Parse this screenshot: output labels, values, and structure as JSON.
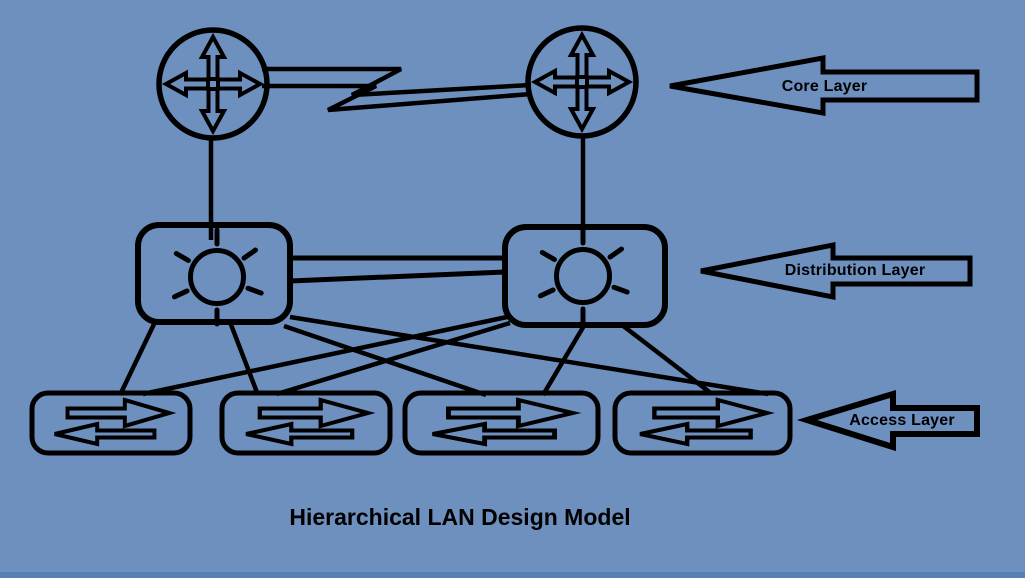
{
  "title": "Hierarchical LAN Design Model",
  "labels": {
    "core": "Core Layer",
    "distribution": "Distribution Layer",
    "access": "Access Layer"
  },
  "colors": {
    "background": "#6E90BF",
    "bottom_edge": "#577FB1",
    "line": "#000000",
    "text": "#000000"
  },
  "icons": {
    "router": "router-icon (circle with four-way arrows)",
    "multilayer_switch": "multilayer-switch-icon (rounded box with sun/spoked circle)",
    "access_switch": "switch-icon (rounded box with opposing horizontal arrows)",
    "serial_link": "lightning-bolt-link-icon",
    "layer_pointer": "left-block-arrow-icon"
  },
  "topology": {
    "core_routers": 2,
    "distribution_switches": 2,
    "access_switches": 4,
    "links": [
      [
        "core-router-1",
        "core-router-2"
      ],
      [
        "core-router-1",
        "distribution-switch-1"
      ],
      [
        "core-router-2",
        "distribution-switch-2"
      ],
      [
        "distribution-switch-1",
        "distribution-switch-2"
      ],
      [
        "distribution-switch-1",
        "distribution-switch-2"
      ],
      [
        "distribution-switch-1",
        "access-switch-1"
      ],
      [
        "distribution-switch-1",
        "access-switch-2"
      ],
      [
        "distribution-switch-1",
        "access-switch-3"
      ],
      [
        "distribution-switch-1",
        "access-switch-4"
      ],
      [
        "distribution-switch-2",
        "access-switch-1"
      ],
      [
        "distribution-switch-2",
        "access-switch-2"
      ],
      [
        "distribution-switch-2",
        "access-switch-3"
      ],
      [
        "distribution-switch-2",
        "access-switch-4"
      ]
    ]
  }
}
